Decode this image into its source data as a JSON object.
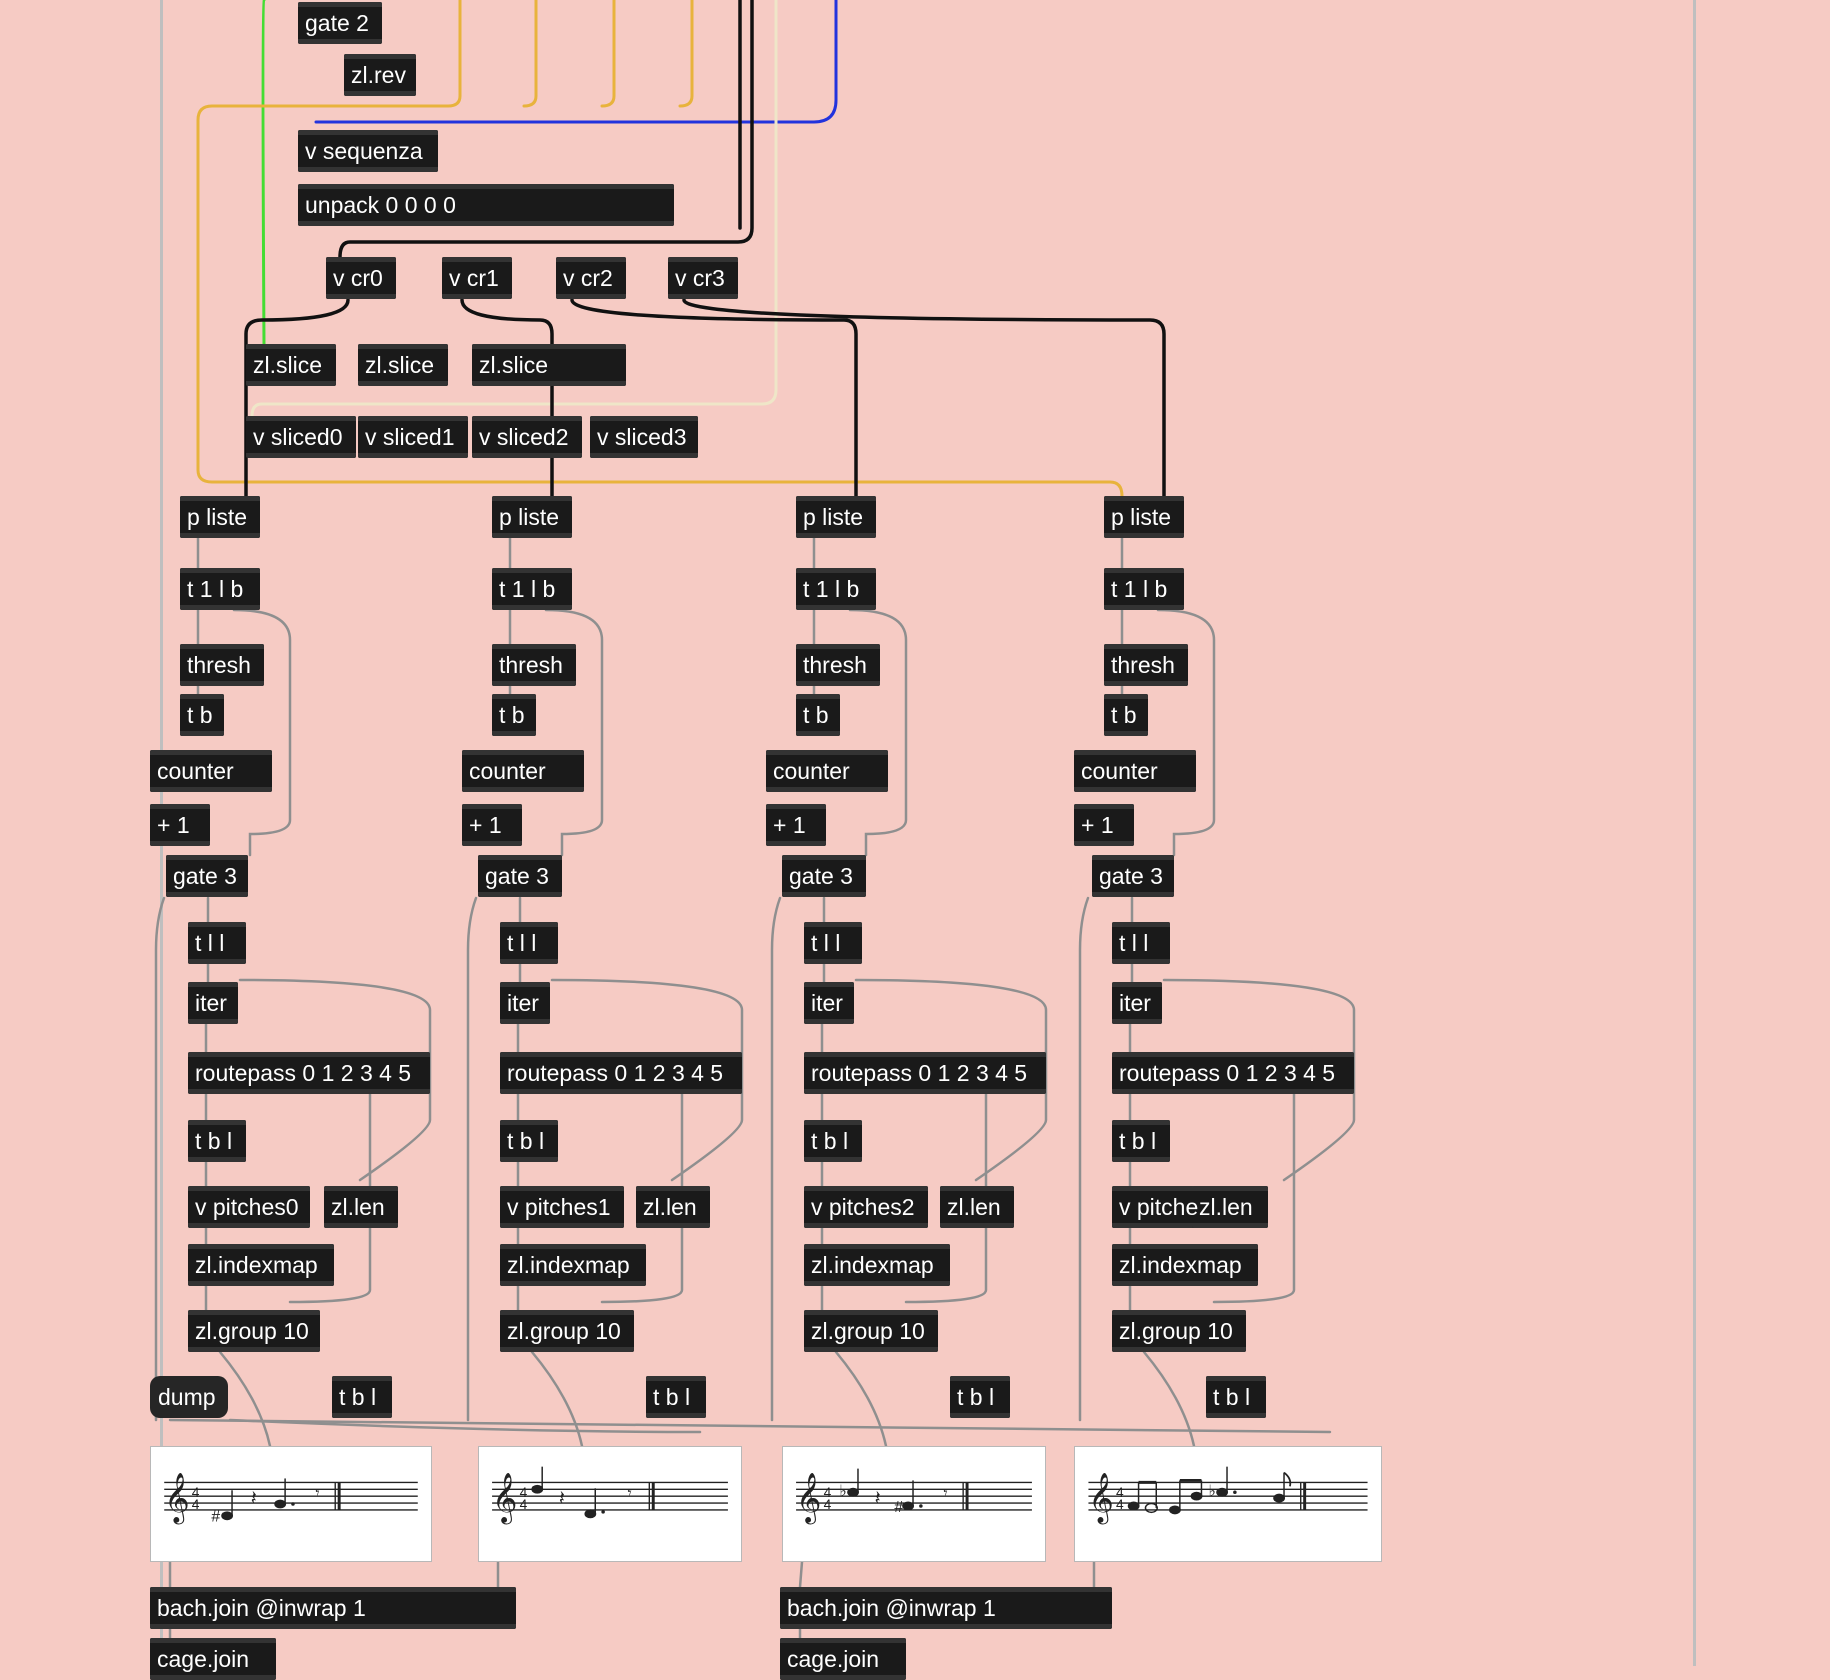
{
  "patch": {
    "background": "#f6cbc4",
    "colors": {
      "box": "#1a1a1a",
      "box_text": "#ffffff",
      "wire_default": "#8f8f8f",
      "wire_black": "#111111",
      "wire_orange": "#e8b33c",
      "wire_blue": "#2233dd",
      "wire_green": "#44dd33",
      "wire_cream": "#efe6c8"
    },
    "objects": [
      {
        "id": "gate2",
        "text": "gate 2"
      },
      {
        "id": "zlrev",
        "text": "zl.rev"
      },
      {
        "id": "vseq",
        "text": "v sequenza"
      },
      {
        "id": "unpack",
        "text": "unpack 0 0 0 0"
      },
      {
        "id": "vcr0",
        "text": "v cr0"
      },
      {
        "id": "vcr1",
        "text": "v cr1"
      },
      {
        "id": "vcr2",
        "text": "v cr2"
      },
      {
        "id": "vcr3",
        "text": "v cr3"
      },
      {
        "id": "slice0",
        "text": "zl.slice"
      },
      {
        "id": "slice1",
        "text": "zl.slice"
      },
      {
        "id": "slice2",
        "text": "zl.slice"
      },
      {
        "id": "vsl0",
        "text": "v sliced0"
      },
      {
        "id": "vsl1",
        "text": "v sliced1"
      },
      {
        "id": "vsl2",
        "text": "v sliced2"
      },
      {
        "id": "vsl3",
        "text": "v sliced3"
      },
      {
        "id": "pl0",
        "text": "p liste"
      },
      {
        "id": "t1lb0",
        "text": "t 1 l b"
      },
      {
        "id": "th0",
        "text": "thresh"
      },
      {
        "id": "tb0",
        "text": "t b"
      },
      {
        "id": "ct0",
        "text": "counter"
      },
      {
        "id": "p10",
        "text": "+ 1"
      },
      {
        "id": "g30",
        "text": "gate 3"
      },
      {
        "id": "tll0",
        "text": "t l l"
      },
      {
        "id": "it0",
        "text": "iter"
      },
      {
        "id": "rp0",
        "text": "routepass 0 1 2 3 4 5"
      },
      {
        "id": "tbl0",
        "text": "t b l"
      },
      {
        "id": "vp0",
        "text": "v pitches0"
      },
      {
        "id": "zll0",
        "text": "zl.len"
      },
      {
        "id": "im0",
        "text": "zl.indexmap"
      },
      {
        "id": "zg0",
        "text": "zl.group 10"
      },
      {
        "id": "tblb0",
        "text": "t b l"
      },
      {
        "id": "pl1",
        "text": "p liste"
      },
      {
        "id": "t1lb1",
        "text": "t 1 l b"
      },
      {
        "id": "th1",
        "text": "thresh"
      },
      {
        "id": "tb1",
        "text": "t b"
      },
      {
        "id": "ct1",
        "text": "counter"
      },
      {
        "id": "p11",
        "text": "+ 1"
      },
      {
        "id": "g31",
        "text": "gate 3"
      },
      {
        "id": "tll1",
        "text": "t l l"
      },
      {
        "id": "it1",
        "text": "iter"
      },
      {
        "id": "rp1",
        "text": "routepass 0 1 2 3 4 5"
      },
      {
        "id": "tbl1",
        "text": "t b l"
      },
      {
        "id": "vp1",
        "text": "v pitches1"
      },
      {
        "id": "zll1",
        "text": "zl.len"
      },
      {
        "id": "im1",
        "text": "zl.indexmap"
      },
      {
        "id": "zg1",
        "text": "zl.group 10"
      },
      {
        "id": "tblb1",
        "text": "t b l"
      },
      {
        "id": "pl2",
        "text": "p liste"
      },
      {
        "id": "t1lb2",
        "text": "t 1 l b"
      },
      {
        "id": "th2",
        "text": "thresh"
      },
      {
        "id": "tb2",
        "text": "t b"
      },
      {
        "id": "ct2",
        "text": "counter"
      },
      {
        "id": "p12",
        "text": "+ 1"
      },
      {
        "id": "g32",
        "text": "gate 3"
      },
      {
        "id": "tll2",
        "text": "t l l"
      },
      {
        "id": "it2",
        "text": "iter"
      },
      {
        "id": "rp2",
        "text": "routepass 0 1 2 3 4 5"
      },
      {
        "id": "tbl2",
        "text": "t b l"
      },
      {
        "id": "vp2",
        "text": "v pitches2"
      },
      {
        "id": "zll2",
        "text": "zl.len"
      },
      {
        "id": "im2",
        "text": "zl.indexmap"
      },
      {
        "id": "zg2",
        "text": "zl.group 10"
      },
      {
        "id": "tblb2",
        "text": "t b l"
      },
      {
        "id": "pl3",
        "text": "p liste"
      },
      {
        "id": "t1lb3",
        "text": "t 1 l b"
      },
      {
        "id": "th3",
        "text": "thresh"
      },
      {
        "id": "tb3",
        "text": "t b"
      },
      {
        "id": "ct3",
        "text": "counter"
      },
      {
        "id": "p13",
        "text": "+ 1"
      },
      {
        "id": "g33",
        "text": "gate 3"
      },
      {
        "id": "tll3",
        "text": "t l l"
      },
      {
        "id": "it3",
        "text": "iter"
      },
      {
        "id": "rp3",
        "text": "routepass 0 1 2 3 4 5"
      },
      {
        "id": "tbl3",
        "text": "t b l"
      },
      {
        "id": "vp3",
        "text": "v pitche"
      },
      {
        "id": "zll3",
        "text": "zl.len"
      },
      {
        "id": "im3",
        "text": "zl.indexmap"
      },
      {
        "id": "zg3",
        "text": "zl.group 10"
      },
      {
        "id": "tblb3",
        "text": "t b l"
      },
      {
        "id": "join0",
        "text": "bach.join @inwrap 1"
      },
      {
        "id": "join1",
        "text": "bach.join @inwrap 1"
      },
      {
        "id": "cage0",
        "text": "cage.join"
      },
      {
        "id": "cage1",
        "text": "cage.join"
      }
    ],
    "message": {
      "text": "dump"
    },
    "scores": [
      {
        "id": "score0"
      },
      {
        "id": "score1"
      },
      {
        "id": "score2"
      },
      {
        "id": "score3"
      }
    ]
  }
}
